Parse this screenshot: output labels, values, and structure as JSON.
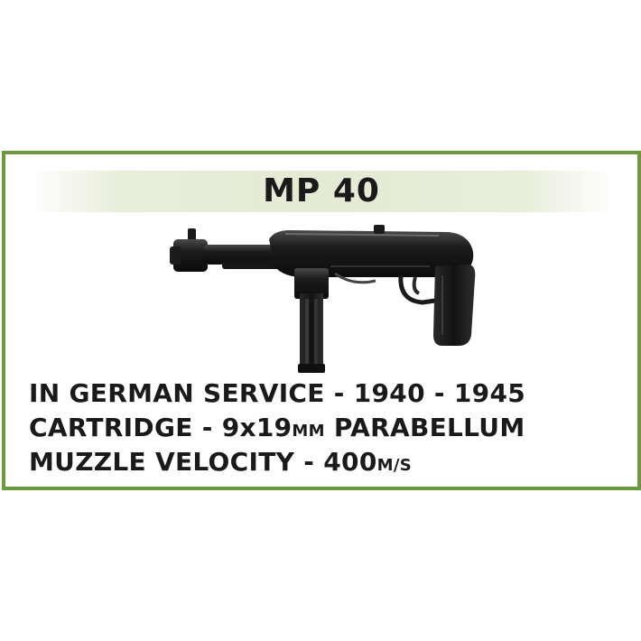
{
  "title": "MP 40",
  "specs": [
    {
      "label": "IN GERMAN SERVICE",
      "sep": " - ",
      "value": "1940 - 1945",
      "unit": "",
      "suffix": ""
    },
    {
      "label": "CARTRIDGE",
      "sep": " - ",
      "value": "9x19",
      "unit": "MM",
      "suffix": " PARABELLUM"
    },
    {
      "label": "MUZZLE VELOCITY",
      "sep": " - ",
      "value": "400",
      "unit": "M/S",
      "suffix": ""
    }
  ],
  "colors": {
    "border": "#6a9a3b",
    "title_band": "#e4ead3",
    "text": "#1a1a1a",
    "gun": "#151515"
  },
  "image": "mp40-submachine-gun-figure"
}
